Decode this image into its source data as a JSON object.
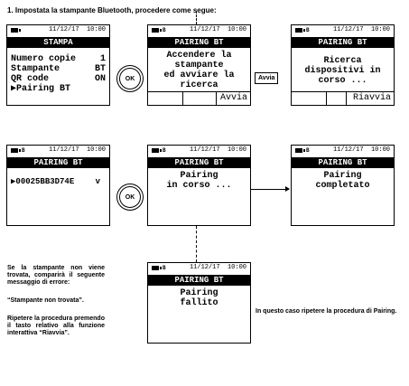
{
  "heading": "1.  Impostata la stampante Bluetooth, procedere come segue:",
  "status": {
    "bt": "B",
    "date": "11/12/17",
    "time": "10:00"
  },
  "screens": {
    "s1": {
      "title": "STAMPA",
      "menu": [
        {
          "label": "Numero copie",
          "value": "1"
        },
        {
          "label": "Stampante",
          "value": "BT"
        },
        {
          "label": "QR code",
          "value": "ON"
        },
        {
          "label": "▶Pairing BT",
          "value": ""
        }
      ]
    },
    "s2": {
      "title": "PAIRING BT",
      "text": "Accendere la\nstampante\ned avviare la\nricerca",
      "softkey": "Avvia"
    },
    "s3": {
      "title": "PAIRING BT",
      "text": "Ricerca\ndispositivi in\ncorso ...",
      "softkey": "Riavvia"
    },
    "s4": {
      "title": "PAIRING BT",
      "device": "▶00025BB3D74E",
      "mark": "v"
    },
    "s5": {
      "title": "PAIRING BT",
      "text": "Pairing\nin corso ..."
    },
    "s6": {
      "title": "PAIRING BT",
      "text": "Pairing\ncompletato"
    },
    "s7": {
      "title": "PAIRING BT",
      "text": "Pairing\nfallito"
    }
  },
  "buttons": {
    "ok": "OK",
    "avvia": "Avvia"
  },
  "notes": {
    "left_1": "Se la stampante non viene trovata, comparirà il seguente messaggio di errore:",
    "left_2": "“Stampante non trovata”.",
    "left_3": "Ripetere la procedura premendo il tasto relativo alla funzione interattiva “Riavvia”.",
    "right": "In questo caso ripetere la procedura di Pairing."
  }
}
